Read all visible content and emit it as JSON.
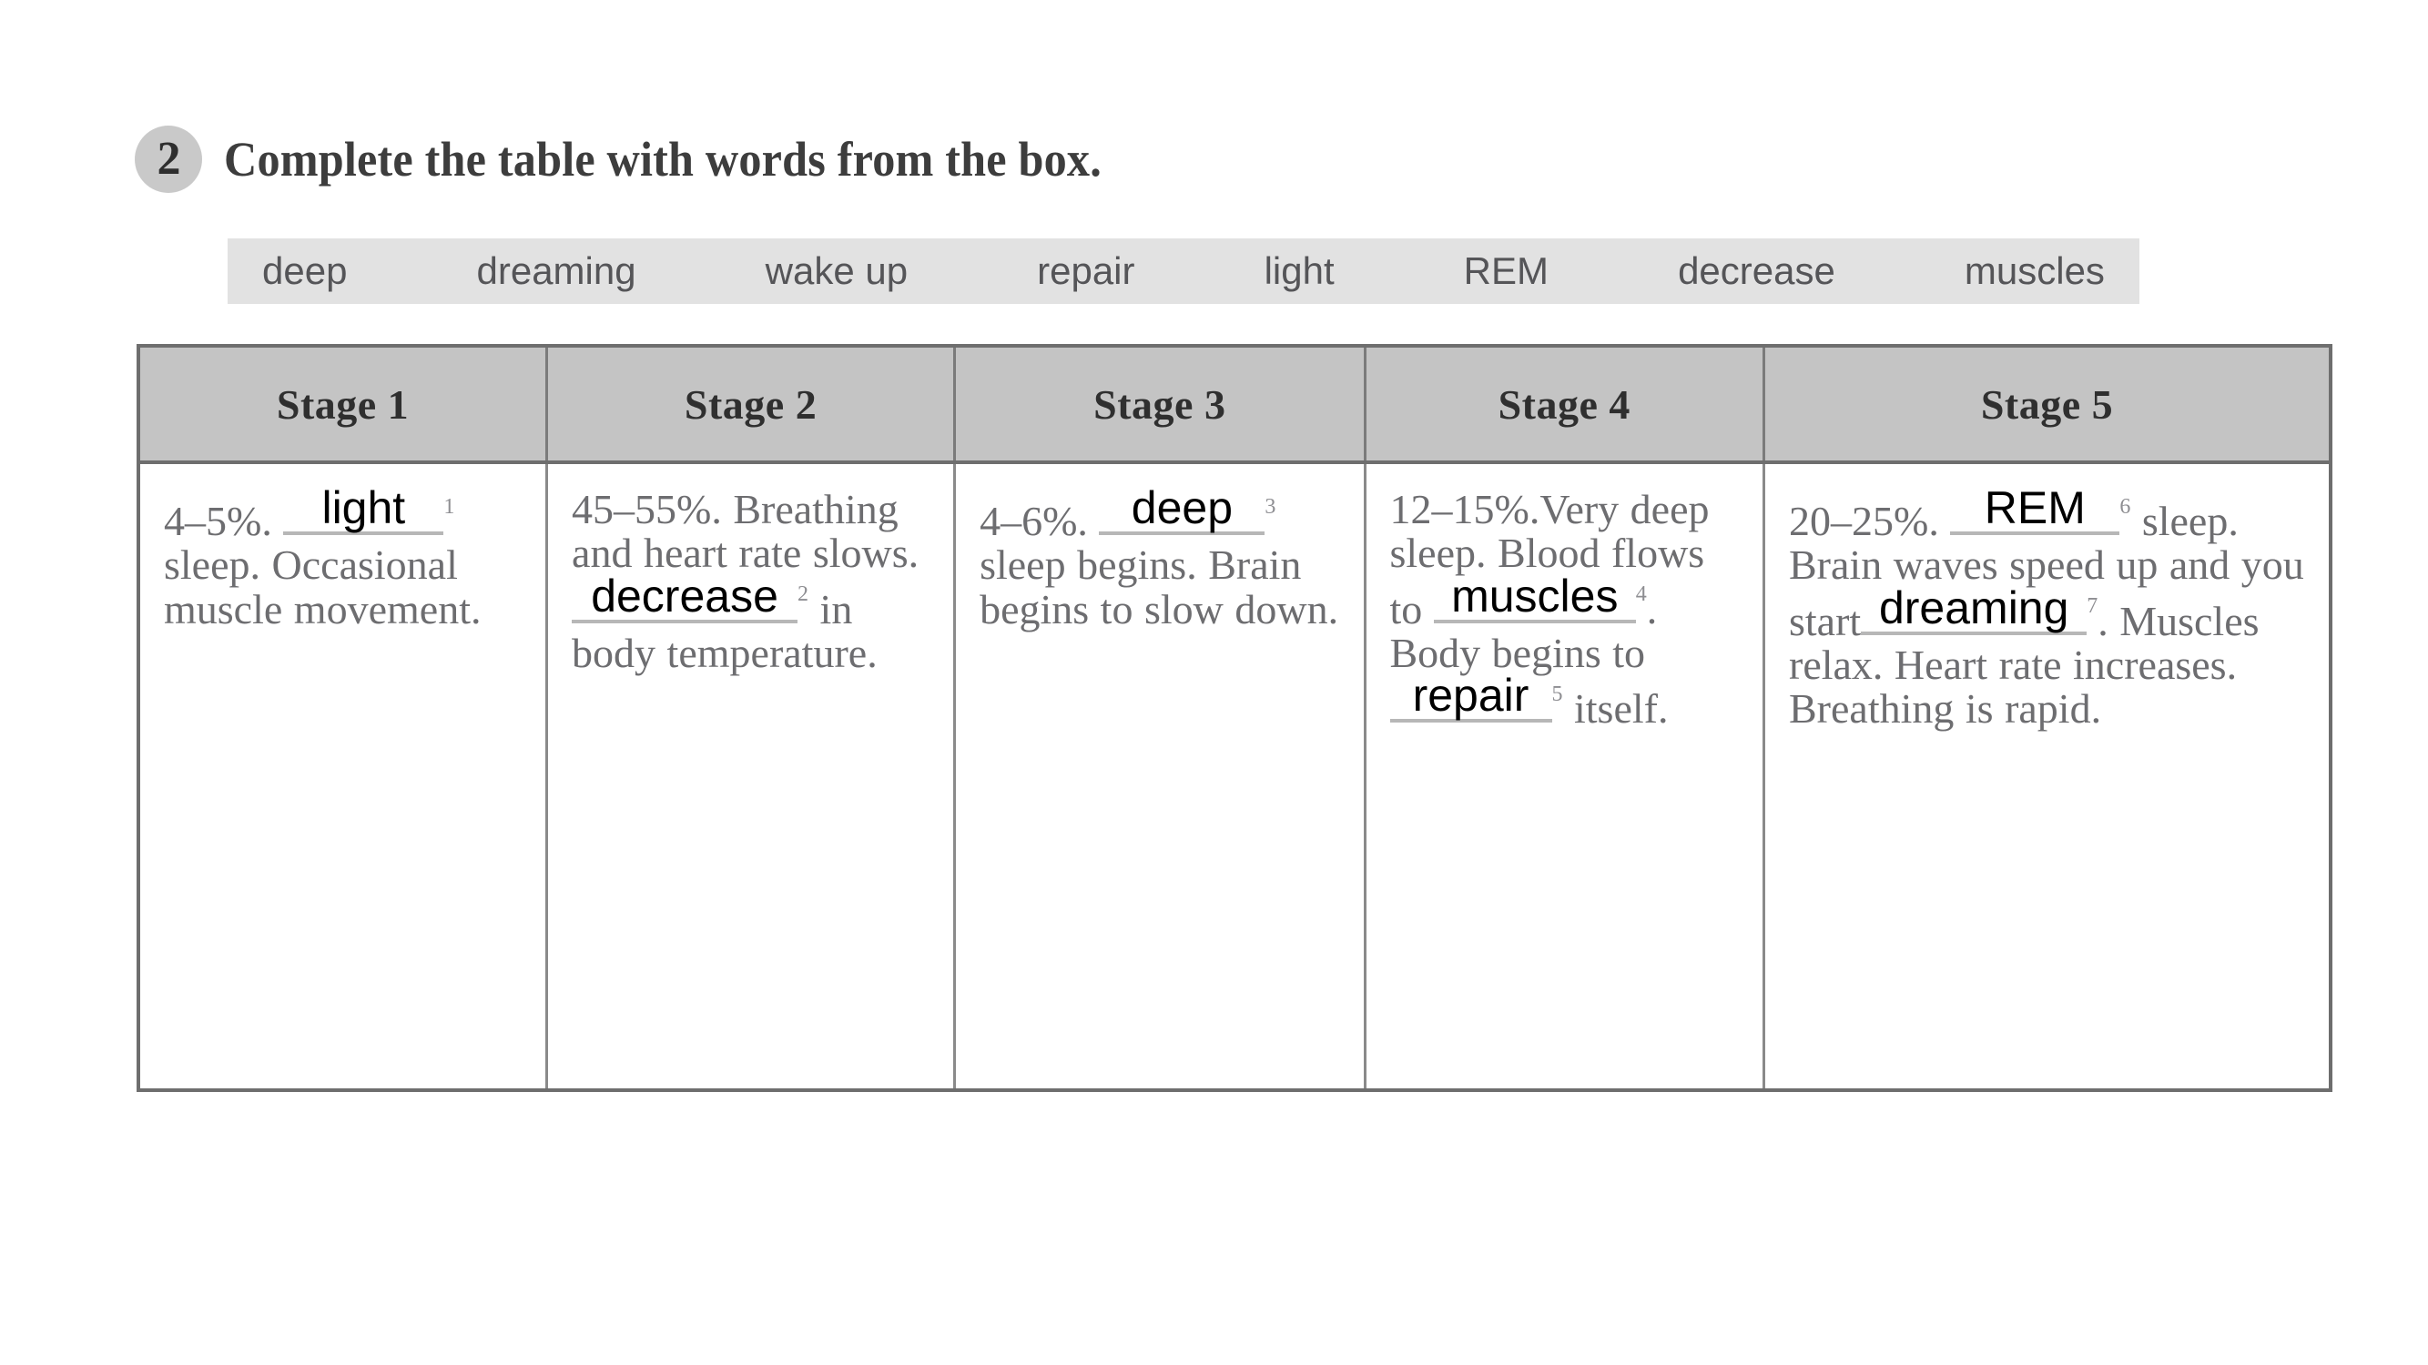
{
  "exercise": {
    "number": "2",
    "instruction": "Complete the table with words from the box."
  },
  "word_box": {
    "words": [
      "deep",
      "dreaming",
      "wake up",
      "repair",
      "light",
      "REM",
      "decrease",
      "muscles"
    ]
  },
  "table": {
    "headers": [
      "Stage 1",
      "Stage 2",
      "Stage 3",
      "Stage 4",
      "Stage 5"
    ],
    "cells": [
      {
        "percent": "4–5%.",
        "answer_1": "light",
        "sup_1": "1",
        "text_after_1": "sleep. Occasional muscle movement."
      },
      {
        "percent": "45–55%.",
        "text_before": "Breathing and heart rate slows.",
        "answer_2": "decrease",
        "sup_2": "2",
        "text_after_2": "in body temperature."
      },
      {
        "percent": "4–6%.",
        "answer_3": "deep",
        "sup_3": "3",
        "text_after_3": "sleep begins. Brain begins to slow down."
      },
      {
        "percent": "12–15%.",
        "text_before": "Very deep sleep. Blood flows to",
        "answer_4": "muscles",
        "sup_4": "4",
        "text_mid": ". Body begins to",
        "answer_5": "repair",
        "sup_5": "5",
        "text_after_5": "itself."
      },
      {
        "percent": "20–25%.",
        "answer_6": "REM",
        "sup_6": "6",
        "text_after_6": "sleep. Brain waves speed up and you start",
        "answer_7": "dreaming",
        "sup_7": "7",
        "text_after_7": ". Muscles relax. Heart rate increases. Breathing is rapid."
      }
    ]
  },
  "colors": {
    "header_bg": "#c4c4c4",
    "word_box_bg": "#e2e2e2",
    "border": "#6e6e6e",
    "body_text": "#6d6d70",
    "answer_text": "#000000"
  }
}
